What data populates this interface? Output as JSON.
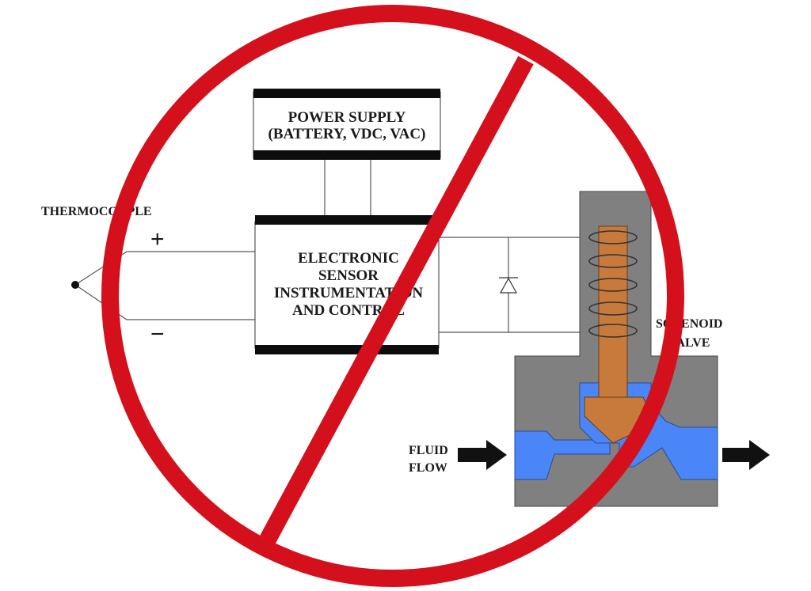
{
  "diagram": {
    "thermocouple_label": "THERMOCOUPLE",
    "plus_sign": "+",
    "minus_sign": "−",
    "power_supply": {
      "line1": "POWER SUPPLY",
      "line2": "(BATTERY, VDC, VAC)"
    },
    "controller": {
      "line1": "ELECTRONIC",
      "line2": "SENSOR",
      "line3": "INSTRUMENTATION",
      "line4": "AND CONTROL"
    },
    "valve_label": {
      "line1": "SOLENOID",
      "line2": "VALVE"
    },
    "flow_label": {
      "line1": "FLUID",
      "line2": "FLOW"
    },
    "colors": {
      "prohibition_red": "#d4101c",
      "valve_body": "#808080",
      "fluid_blue": "#4a86f7",
      "plunger_orange": "#c87a3c",
      "box_bar": "#0d0d0d"
    },
    "icons": {
      "overlay": "prohibition-sign-icon",
      "flow_in": "arrow-right-icon",
      "flow_out": "arrow-right-icon",
      "diode": "diode-symbol-icon"
    }
  }
}
